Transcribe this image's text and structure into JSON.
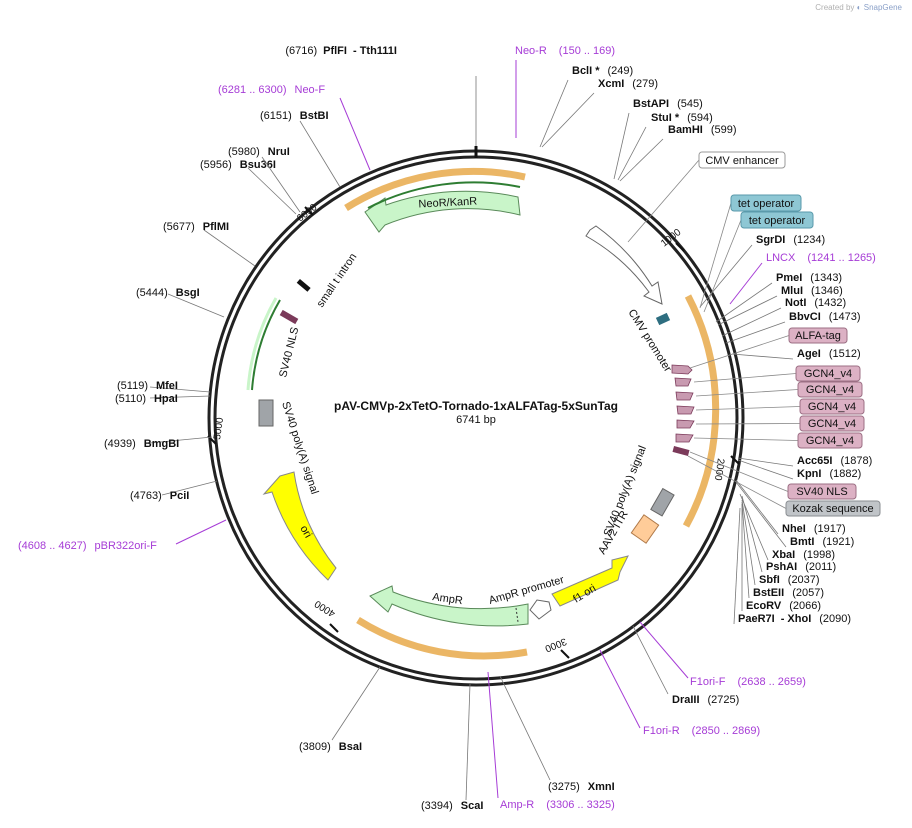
{
  "credit": {
    "prefix": "Created by",
    "brand": "SnapGene"
  },
  "map": {
    "name": "pAV-CMVp-2xTetO-Tornado-1xALFATag-5xSunTag",
    "size": "6741 bp"
  },
  "ticks": [
    "1000",
    "2000",
    "3000",
    "4000",
    "5000",
    "6000"
  ],
  "sites": [
    {
      "name": "PflFI",
      "suffix": "- Tth111I",
      "pos": "(6716)"
    },
    {
      "name": "BclI *",
      "pos": "(249)"
    },
    {
      "name": "XcmI",
      "pos": "(279)"
    },
    {
      "name": "BstAPI",
      "pos": "(545)"
    },
    {
      "name": "StuI *",
      "pos": "(594)"
    },
    {
      "name": "BamHI",
      "pos": "(599)"
    },
    {
      "name": "SgrDI",
      "pos": "(1234)"
    },
    {
      "name": "PmeI",
      "pos": "(1343)"
    },
    {
      "name": "MluI",
      "pos": "(1346)"
    },
    {
      "name": "NotI",
      "pos": "(1432)"
    },
    {
      "name": "BbvCI",
      "pos": "(1473)"
    },
    {
      "name": "AgeI",
      "pos": "(1512)"
    },
    {
      "name": "Acc65I",
      "pos": "(1878)"
    },
    {
      "name": "KpnI",
      "pos": "(1882)"
    },
    {
      "name": "NheI",
      "pos": "(1917)"
    },
    {
      "name": "BmtI",
      "pos": "(1921)"
    },
    {
      "name": "XbaI",
      "pos": "(1998)"
    },
    {
      "name": "PshAI",
      "pos": "(2011)"
    },
    {
      "name": "SbfI",
      "pos": "(2037)"
    },
    {
      "name": "BstEII",
      "pos": "(2057)"
    },
    {
      "name": "EcoRV",
      "pos": "(2066)"
    },
    {
      "name": "PaeR7I",
      "suffix": "- XhoI",
      "pos": "(2090)"
    },
    {
      "name": "DraIII",
      "pos": "(2725)"
    },
    {
      "name": "XmnI",
      "pos": "(3275)"
    },
    {
      "name": "ScaI",
      "pos": "(3394)"
    },
    {
      "name": "BsaI",
      "pos": "(3809)"
    },
    {
      "name": "PciI",
      "pos": "(4763)"
    },
    {
      "name": "BmgBI",
      "pos": "(4939)"
    },
    {
      "name": "HpaI",
      "pos": "(5110)"
    },
    {
      "name": "MfeI",
      "pos": "(5119)"
    },
    {
      "name": "BsgI",
      "pos": "(5444)"
    },
    {
      "name": "PflMI",
      "pos": "(5677)"
    },
    {
      "name": "Bsu36I",
      "pos": "(5956)"
    },
    {
      "name": "NruI",
      "pos": "(5980)"
    },
    {
      "name": "BstBI",
      "pos": "(6151)"
    }
  ],
  "primers": [
    {
      "name": "Neo-R",
      "range": "(150 .. 169)"
    },
    {
      "name": "LNCX",
      "range": "(1241 .. 1265)"
    },
    {
      "name": "F1ori-F",
      "range": "(2638 .. 2659)"
    },
    {
      "name": "F1ori-R",
      "range": "(2850 .. 2869)"
    },
    {
      "name": "Amp-R",
      "range": "(3306 .. 3325)"
    },
    {
      "name": "pBR322ori-F",
      "range": "(4608 .. 4627)"
    },
    {
      "name": "Neo-F",
      "range": "(6281 .. 6300)"
    }
  ],
  "boxed_labels": [
    {
      "text": "CMV enhancer",
      "fill": "#ffffff",
      "stroke": "#999999"
    },
    {
      "text": "tet operator",
      "fill": "#8ec7d4",
      "stroke": "#5a9aab"
    },
    {
      "text": "tet operator",
      "fill": "#8ec7d4",
      "stroke": "#5a9aab"
    },
    {
      "text": "ALFA-tag",
      "fill": "#dcb1c4",
      "stroke": "#9c6f84"
    },
    {
      "text": "GCN4_v4",
      "fill": "#dcb1c4",
      "stroke": "#9c6f84"
    },
    {
      "text": "GCN4_v4",
      "fill": "#dcb1c4",
      "stroke": "#9c6f84"
    },
    {
      "text": "GCN4_v4",
      "fill": "#dcb1c4",
      "stroke": "#9c6f84"
    },
    {
      "text": "GCN4_v4",
      "fill": "#dcb1c4",
      "stroke": "#9c6f84"
    },
    {
      "text": "GCN4_v4",
      "fill": "#dcb1c4",
      "stroke": "#9c6f84"
    },
    {
      "text": "SV40 NLS",
      "fill": "#dcb1c4",
      "stroke": "#9c6f84"
    },
    {
      "text": "Kozak sequence",
      "fill": "#c0c4c8",
      "stroke": "#8a8e92"
    }
  ],
  "features": {
    "cmv_promoter": "CMV promoter",
    "neor": "NeoR/KanR",
    "small_t_intron": "small t intron",
    "sv40_nls": "SV40 NLS",
    "sv40_polya_left": "SV40 poly(A) signal",
    "ori": "ori",
    "ampr": "AmpR",
    "ampr_promoter": "AmpR promoter",
    "f1_ori": "f1 ori",
    "aav2_itr": "AAV2 ITR",
    "sv40_polya_right": "SV40 poly(A) signal"
  },
  "colors": {
    "backbone": "#222222",
    "orf": "#f5a623",
    "neor": "#c9f5c9",
    "ori": "#ffff00",
    "primer": "#a63cd6",
    "itr": "#ffcc99",
    "polya": "#a0a4a8",
    "nls": "#7b3a5a",
    "tag": "#c89ab0",
    "teto": "#2e6e80"
  }
}
